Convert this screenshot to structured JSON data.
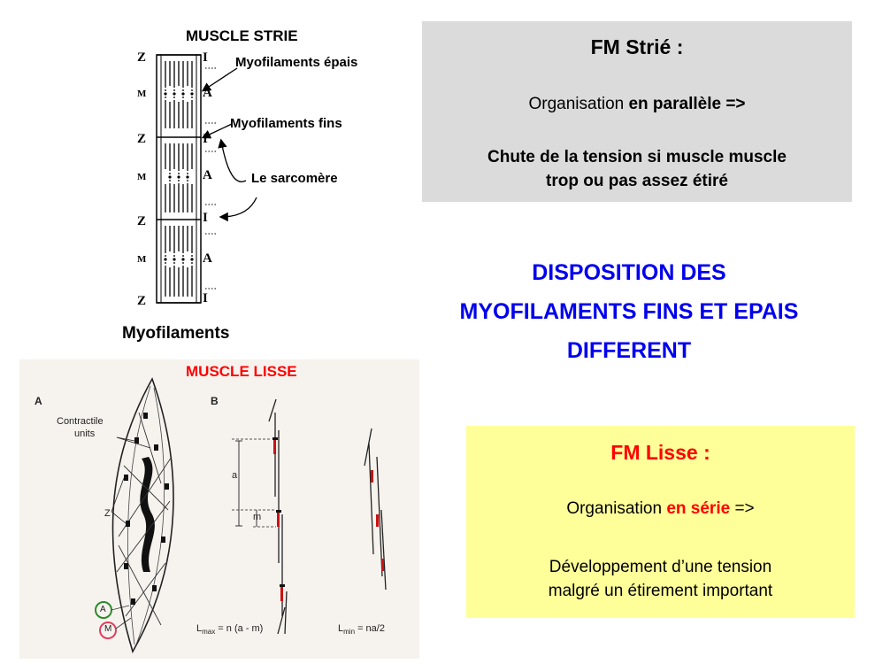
{
  "strie_diagram": {
    "title": "MUSCLE STRIE",
    "caption": "Myofilaments",
    "z_labels": [
      "Z",
      "Z",
      "Z",
      "Z"
    ],
    "m_labels": [
      "M",
      "M",
      "M"
    ],
    "a_labels": [
      "A",
      "A",
      "A"
    ],
    "i_labels": [
      "I",
      "I",
      "I",
      "I"
    ],
    "annot_thick": "Myofilaments  épais",
    "annot_thin": "Myofilaments fins",
    "annot_sarcomere": "Le sarcomère"
  },
  "fm_strie": {
    "title": "FM Strié :",
    "org_prefix": "Organisation ",
    "org_bold": "en parallèle =>",
    "chute_line1": "Chute de la tension si muscle muscle",
    "chute_line2": "trop ou pas assez étiré"
  },
  "disposition": {
    "line1": "DISPOSITION DES",
    "line2": "MYOFILAMENTS FINS ET EPAIS",
    "line3": "DIFFERENT"
  },
  "lisse_diagram": {
    "title": "MUSCLE LISSE",
    "panel_a": "A",
    "panel_b": "B",
    "contractile_line1": "Contractile",
    "contractile_line2": "units",
    "z_label": "Z",
    "a_circle": "A",
    "m_circle": "M",
    "a_dim": "a",
    "m_dim": "m",
    "lmax": "L",
    "lmax_sub": "max",
    "lmax_eq": " = n (a - m)",
    "lmin": "L",
    "lmin_sub": "min",
    "lmin_eq": " = na/2"
  },
  "fm_lisse": {
    "title": "FM Lisse :",
    "org_prefix": "Organisation ",
    "org_colored": "en série",
    "org_suffix": " =>",
    "dev_line1": "Développement d’une tension",
    "dev_line2": "malgré un étirement important"
  },
  "colors": {
    "blue_heading": "#0000ee",
    "red": "#ff0000",
    "gray_box": "#dbdbdb",
    "yellow_box": "#ffff99"
  }
}
